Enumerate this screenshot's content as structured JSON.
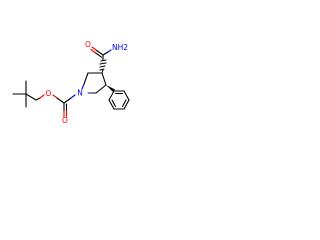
{
  "molecule": {
    "atoms": [
      {
        "id": "carbonyl-o",
        "label": "O"
      },
      {
        "id": "amide-n",
        "label": "NH2"
      },
      {
        "id": "ring-n",
        "label": "N"
      },
      {
        "id": "ester-o-double",
        "label": "O"
      },
      {
        "id": "ester-o-single",
        "label": "O"
      }
    ]
  },
  "colors": {
    "oxygen": "#ff0000",
    "nitrogen": "#0000ff",
    "carbon": "#000000",
    "background": "#ffffff"
  }
}
